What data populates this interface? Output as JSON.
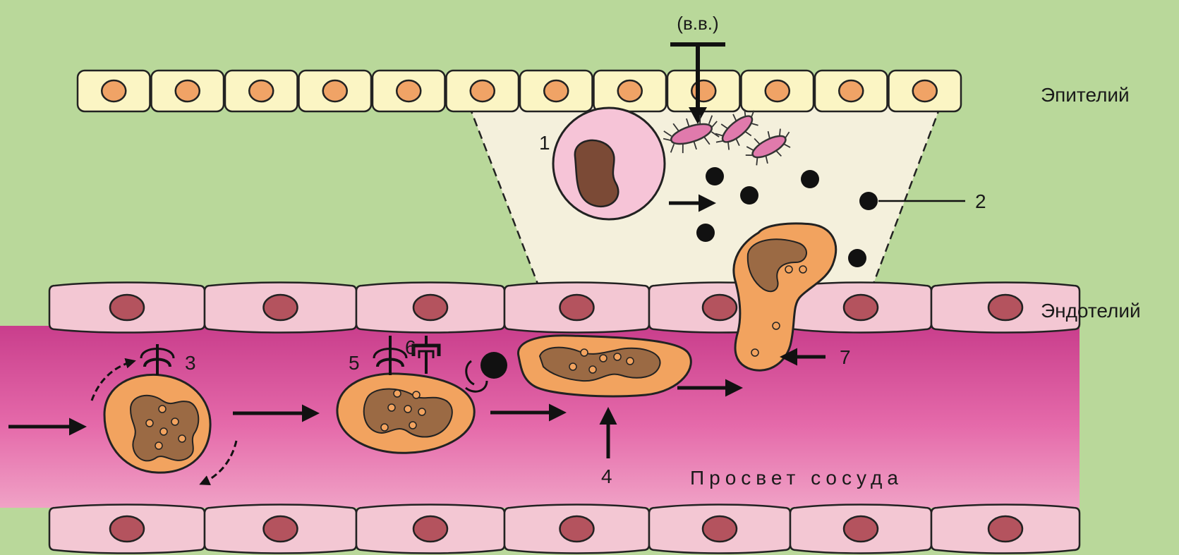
{
  "diagram": {
    "labels": {
      "source": "(в.в.)",
      "epithelium": "Эпителий",
      "endothelium": "Эндотелий",
      "lumen": "Просвет сосуда"
    },
    "numbers": {
      "n1": "1",
      "n2": "2",
      "n3": "3",
      "n4": "4",
      "n5": "5",
      "n6": "6",
      "n7": "7"
    },
    "colors": {
      "background": "#b9d89a",
      "epithelium_cell": "#fbf5c4",
      "nucleus_epithelium": "#f0a366",
      "tissue_zone": "#f4f0dc",
      "endothelium_cell": "#f3c7d3",
      "nucleus_endothelium": "#b4535e",
      "vessel_lumen": "#d9539a",
      "leukocyte": "#f2a35f",
      "bacteria": "#e07aac",
      "macrophage": "#f6c4d7"
    }
  }
}
